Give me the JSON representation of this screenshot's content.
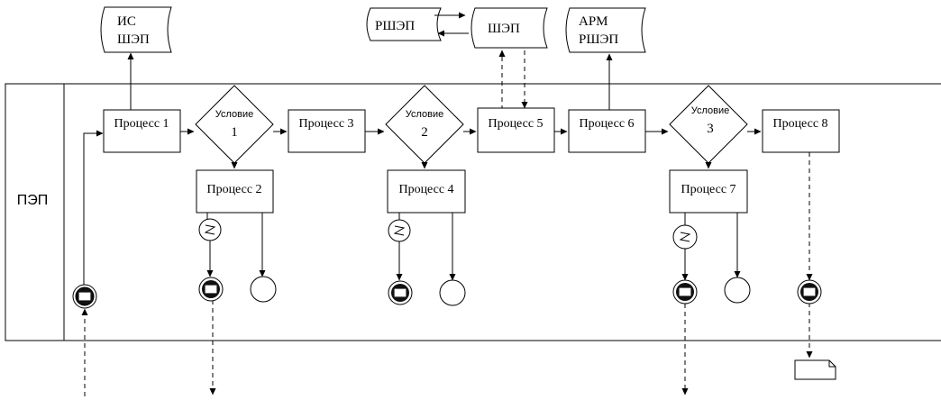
{
  "lane": {
    "label": "ПЭП"
  },
  "storages": {
    "is_shep": {
      "line1": "ИС",
      "line2": "ШЭП"
    },
    "rshep": {
      "label": "РШЭП"
    },
    "shep": {
      "label": "ШЭП"
    },
    "arm_rshep": {
      "line1": "АРМ",
      "line2": "РШЭП"
    }
  },
  "processes": {
    "p1": "Процесс 1",
    "p2": "Процесс 2",
    "p3": "Процесс 3",
    "p4": "Процесс 4",
    "p5": "Процесс 5",
    "p6": "Процесс 6",
    "p7": "Процесс 7",
    "p8": "Процесс 8"
  },
  "conditions": {
    "c1": {
      "title": "Условие",
      "number": "1"
    },
    "c2": {
      "title": "Условие",
      "number": "2"
    },
    "c3": {
      "title": "Условие",
      "number": "3"
    }
  },
  "colors": {
    "stroke": "#000000",
    "background": "#ffffff",
    "message_fill": "#111111"
  },
  "icons": [
    "message-event-icon",
    "timer-event-icon",
    "end-event-icon",
    "document-icon",
    "storage-icon"
  ]
}
